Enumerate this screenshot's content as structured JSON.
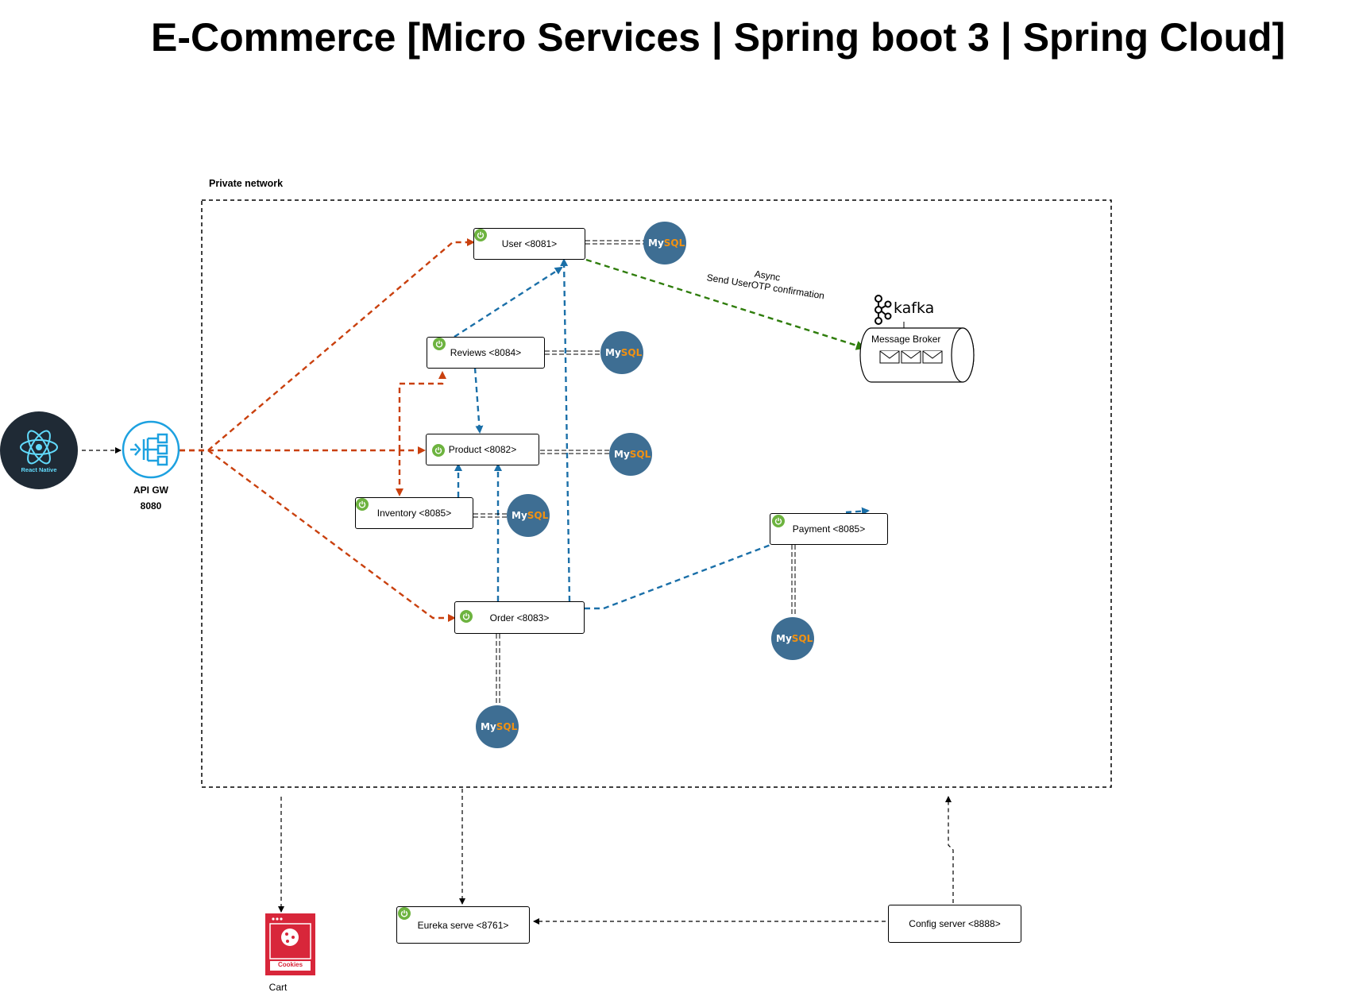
{
  "title": "E-Commerce [Micro Services | Spring boot 3 | Spring Cloud]",
  "network_label": "Private network",
  "client": {
    "label": "React Native"
  },
  "gateway": {
    "name": "API GW",
    "port": "8080"
  },
  "services": {
    "user": "User <8081>",
    "reviews": "Reviews <8084>",
    "product": "Product <8082>",
    "inventory": "Inventory <8085>",
    "order": "Order <8083>",
    "payment": "Payment <8085>",
    "eureka": "Eureka serve <8761>",
    "config": "Config server <8888>"
  },
  "database": {
    "my": "My",
    "sql": "SQL"
  },
  "kafka": {
    "logo": "kafka",
    "broker": "Message Broker"
  },
  "async_note": {
    "line1": "Async",
    "line2": "Send UserOTP confirmation"
  },
  "cart": {
    "icon_text": "Cookies",
    "label": "Cart"
  },
  "colors": {
    "gateway_flow": "#c9400e",
    "service_flow": "#1a6fa8",
    "async_flow": "#2f7d0c",
    "spring": "#6db33f",
    "mysql": "#3e6e93",
    "cart": "#d8263a",
    "client_bg": "#1f2a35",
    "react": "#61dafb"
  }
}
